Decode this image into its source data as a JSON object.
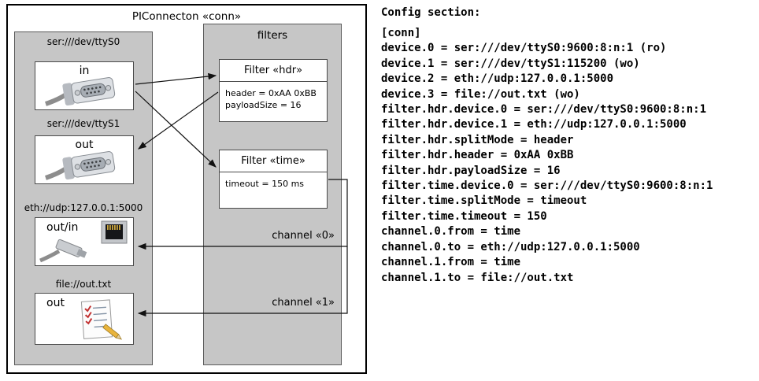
{
  "diagram": {
    "title": "PIConnecton «conn»",
    "filters_panel_title": "filters",
    "devices": [
      {
        "label": "ser:///dev/ttyS0",
        "direction": "in",
        "icon": "serial-connector"
      },
      {
        "label": "ser:///dev/ttyS1",
        "direction": "out",
        "icon": "serial-connector"
      },
      {
        "label": "eth://udp:127.0.0.1:5000",
        "direction": "out/in",
        "icon": "ethernet-connector"
      },
      {
        "label": "file://out.txt",
        "direction": "out",
        "icon": "document"
      }
    ],
    "filters": [
      {
        "title": "Filter «hdr»",
        "params": [
          "header = 0xAA 0xBB",
          "payloadSize = 16"
        ]
      },
      {
        "title": "Filter «time»",
        "params": [
          "timeout = 150 ms"
        ]
      }
    ],
    "channels": [
      {
        "label": "channel «0»"
      },
      {
        "label": "channel «1»"
      }
    ]
  },
  "config": {
    "heading": "Config section:",
    "lines": [
      "[conn]",
      "device.0 = ser:///dev/ttyS0:9600:8:n:1 (ro)",
      "device.1 = ser:///dev/ttyS1:115200 (wo)",
      "device.2 = eth://udp:127.0.0.1:5000",
      "device.3 = file://out.txt (wo)",
      "filter.hdr.device.0 = ser:///dev/ttyS0:9600:8:n:1",
      "filter.hdr.device.1 = eth://udp:127.0.0.1:5000",
      "filter.hdr.splitMode = header",
      "filter.hdr.header = 0xAA 0xBB",
      "filter.hdr.payloadSize = 16",
      "filter.time.device.0 = ser:///dev/ttyS0:9600:8:n:1",
      "filter.time.splitMode = timeout",
      "filter.time.timeout = 150",
      "channel.0.from = time",
      "channel.0.to = eth://udp:127.0.0.1:5000",
      "channel.1.from = time",
      "channel.1.to = file://out.txt"
    ]
  }
}
